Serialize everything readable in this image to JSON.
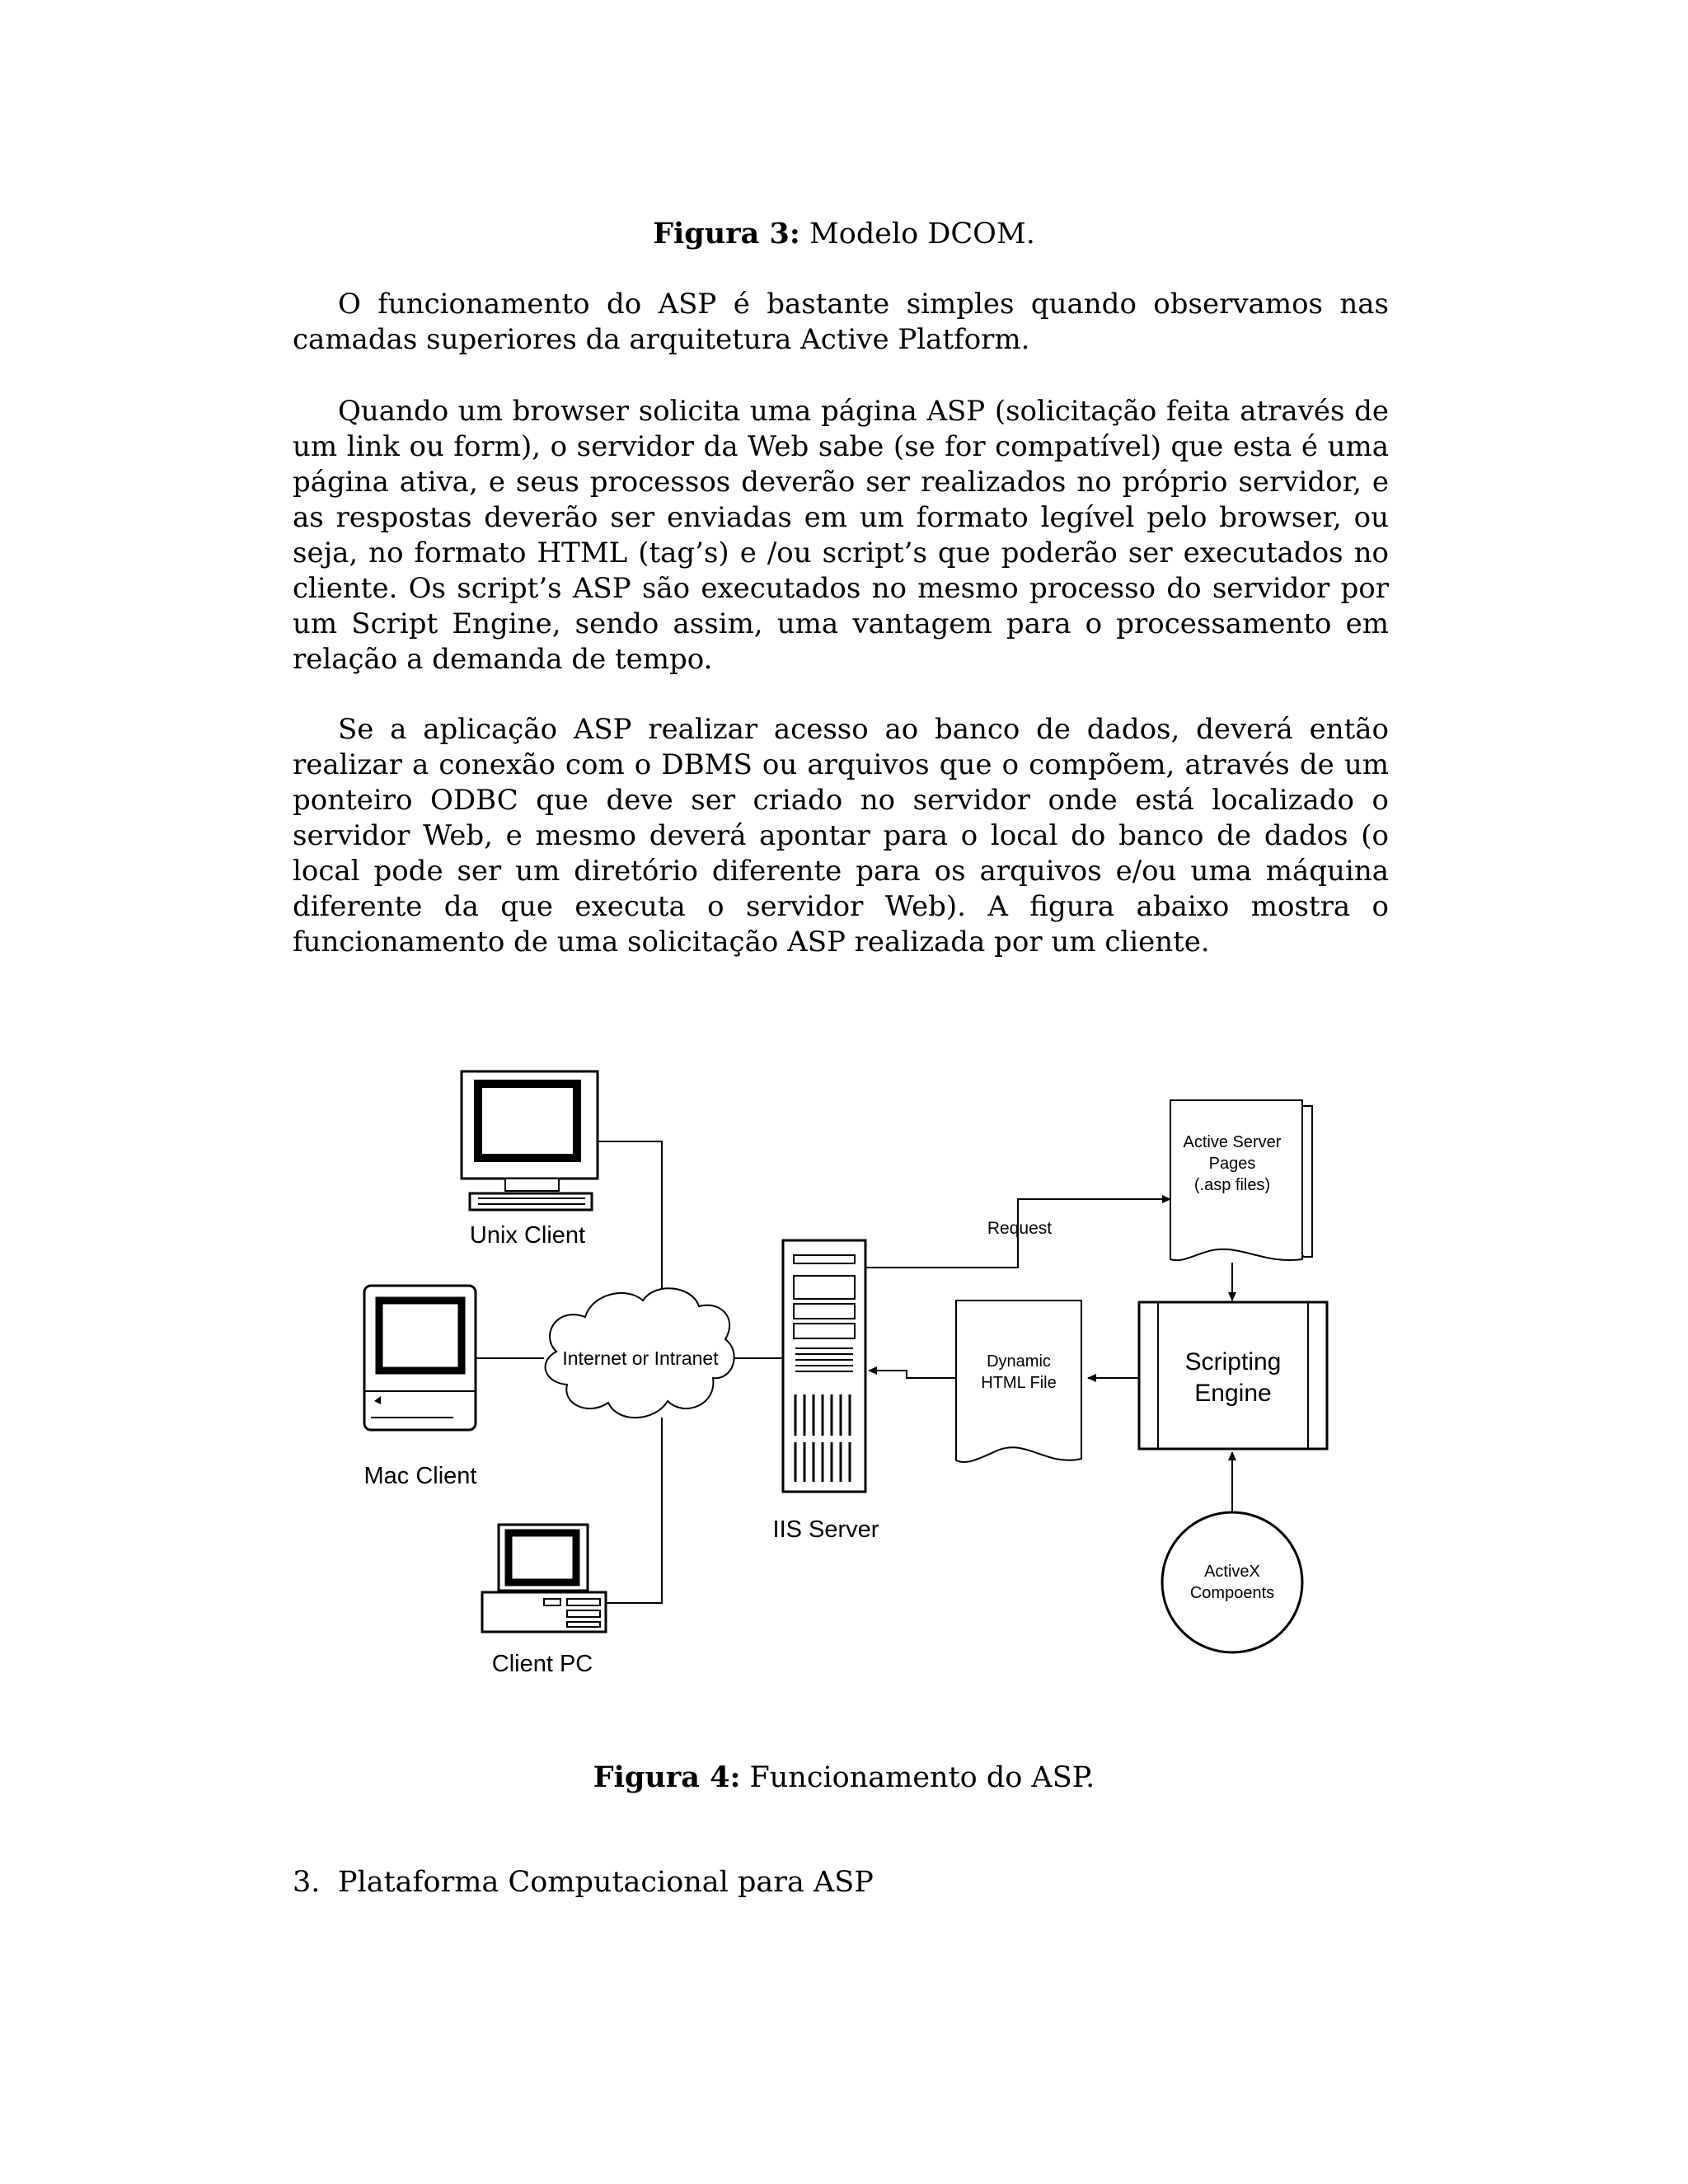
{
  "figure3": {
    "label": "Figura 3:",
    "text": " Modelo DCOM."
  },
  "paragraphs": [
    "O funcionamento do ASP é bastante simples quando observamos nas camadas superiores da arquitetura Active Platform.",
    "Quando um browser solicita uma página ASP (solicitação feita através de um link ou form), o servidor da Web sabe (se for compatível) que esta é uma página ativa, e seus processos deverão ser realizados no próprio servidor, e as respostas deverão ser enviadas em um formato legível pelo browser, ou seja, no formato HTML (tag’s) e /ou script’s que poderão ser executados no cliente. Os script’s ASP são executados no mesmo processo do servidor por um Script Engine, sendo assim, uma vantagem para o processamento em relação a demanda de tempo.",
    "Se a aplicação ASP realizar acesso ao banco de dados, deverá então realizar a conexão com o DBMS ou arquivos que o compõem, através de um ponteiro ODBC que deve ser criado no servidor onde está localizado o servidor Web, e mesmo deverá apontar para o local do banco de dados (o local pode ser um diretório diferente para os arquivos e/ou uma máquina diferente da que executa o servidor Web). A figura abaixo mostra o funcionamento de uma solicitação ASP realizada por um cliente."
  ],
  "diagram": {
    "unix_client": "Unix Client",
    "mac_client": "Mac Client",
    "client_pc": "Client PC",
    "cloud": "Internet or Intranet",
    "iis_server": "IIS Server",
    "request": "Request",
    "asp_pages": [
      "Active Server",
      "Pages",
      "(.asp files)"
    ],
    "dynamic_html": [
      "Dynamic",
      "HTML File"
    ],
    "scripting_engine": [
      "Scripting",
      "Engine"
    ],
    "activex": [
      "ActiveX",
      "Compoents"
    ]
  },
  "figure4": {
    "label": "Figura 4:",
    "text": " Funcionamento do ASP."
  },
  "section": {
    "number": "3.",
    "title": "Plataforma Computacional para ASP"
  }
}
